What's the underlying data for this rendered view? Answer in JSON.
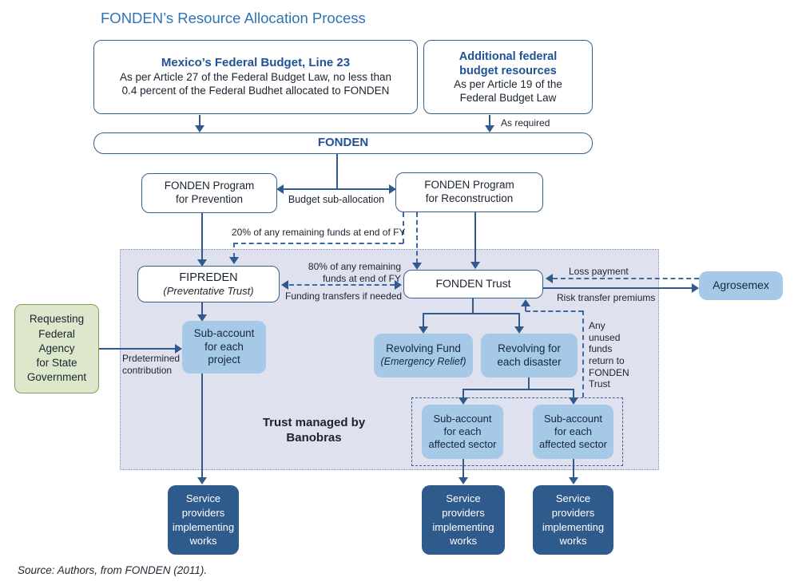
{
  "title": "FONDEN’s Resource Allocation Process",
  "source": "Source: Authors, from FONDEN (2011).",
  "nodes": {
    "mexico": {
      "title": "Mexico’s Federal Budget, Line 23",
      "body": "As per Article 27 of the Federal Budget Law, no less than\n0.4 percent of the Federal Budhet allocated to FONDEN"
    },
    "additional": {
      "title": "Additional federal\nbudget resources",
      "body": "As per Article 19 of the\nFederal Budget Law"
    },
    "fonden": "FONDEN",
    "prevention": "FONDEN Program\nfor Prevention",
    "reconstruction": "FONDEN Program\nfor Reconstruction",
    "fipreden": {
      "title": "FIPREDEN",
      "sub": "(Preventative Trust)"
    },
    "trust": "FONDEN Trust",
    "agrosemex": "Agrosemex",
    "agency": "Requesting\nFederal\nAgency\nfor State\nGovernment",
    "subProject": "Sub-account\nfor each\nproject",
    "revolvingFund": {
      "title": "Revolving Fund",
      "sub": "(Emergency Relief)"
    },
    "revolvingDisaster": "Revolving for\neach disaster",
    "sector1": "Sub-account\nfor each\naffected sector",
    "sector2": "Sub-account\nfor each\naffected sector",
    "service1": "Service\nproviders\nimplementing\nworks",
    "service2": "Service\nproviders\nimplementing\nworks",
    "service3": "Service\nproviders\nimplementing\nworks",
    "trustManaged": "Trust managed by\nBanobras"
  },
  "labels": {
    "asRequired": "As required",
    "budgetSubAllocation": "Budget sub-allocation",
    "pct20": "20% of any remaining funds at end of FY",
    "pct80": "80% of any remaining\nfunds at end of FY",
    "fundingTransfers": "Funding transfers if needed",
    "lossPayment": "Loss payment",
    "riskPremiums": "Risk transfer premiums",
    "predetermined": "Prdetermined\ncontribution",
    "unusedFunds": "Any\nunused\nfunds\nreturn to\nFONDEN\nTrust"
  },
  "colors": {
    "titleBlue": "#2E74B5",
    "headerBlue": "#1F5296",
    "line": "#2E5A8E",
    "panelFill": "#DFE2EE",
    "lightBlueFill": "#A6C9E8",
    "darkBlueFill": "#2F5B8C",
    "greenFill": "#DCE7CC",
    "greenBorder": "#7FA055"
  }
}
